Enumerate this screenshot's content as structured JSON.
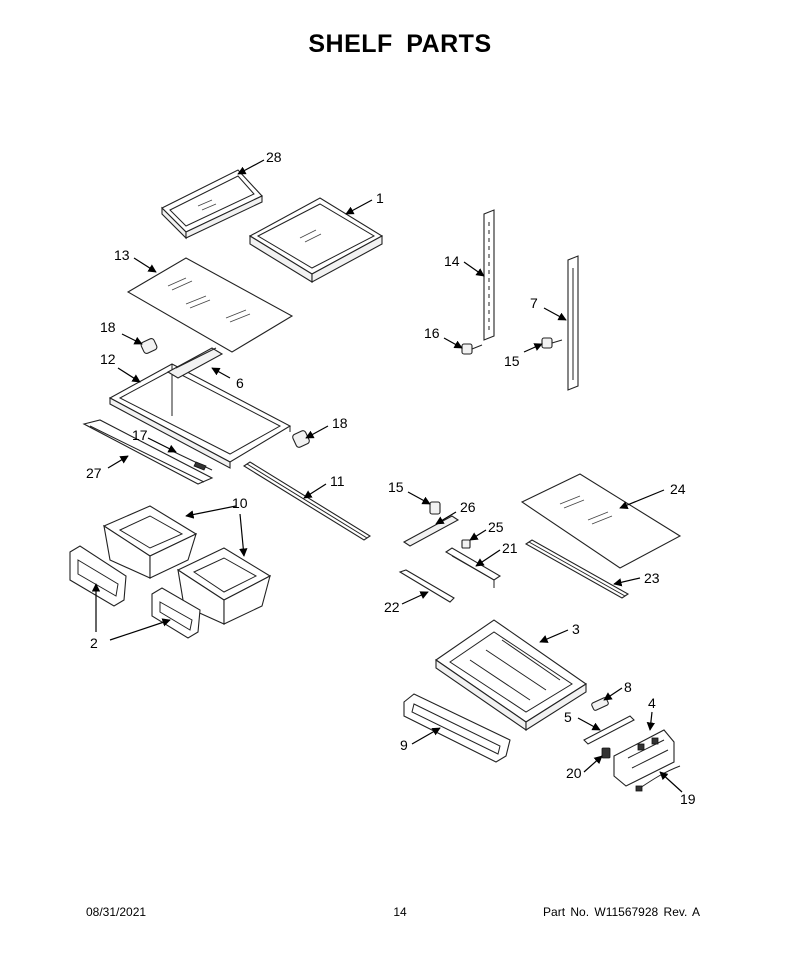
{
  "title": "SHELF PARTS",
  "footer": {
    "date": "08/31/2021",
    "page": "14",
    "part_no": "Part No.  W11567928  Rev.  A"
  },
  "callouts": [
    {
      "id": "c28",
      "label": "28"
    },
    {
      "id": "c1",
      "label": "1"
    },
    {
      "id": "c13",
      "label": "13"
    },
    {
      "id": "c14",
      "label": "14"
    },
    {
      "id": "c7",
      "label": "7"
    },
    {
      "id": "c16",
      "label": "16"
    },
    {
      "id": "c15a",
      "label": "15"
    },
    {
      "id": "c18a",
      "label": "18"
    },
    {
      "id": "c12",
      "label": "12"
    },
    {
      "id": "c6",
      "label": "6"
    },
    {
      "id": "c18b",
      "label": "18"
    },
    {
      "id": "c17",
      "label": "17"
    },
    {
      "id": "c27",
      "label": "27"
    },
    {
      "id": "c11",
      "label": "11"
    },
    {
      "id": "c15b",
      "label": "15"
    },
    {
      "id": "c26",
      "label": "26"
    },
    {
      "id": "c24",
      "label": "24"
    },
    {
      "id": "c25",
      "label": "25"
    },
    {
      "id": "c21",
      "label": "21"
    },
    {
      "id": "c10",
      "label": "10"
    },
    {
      "id": "c23",
      "label": "23"
    },
    {
      "id": "c22",
      "label": "22"
    },
    {
      "id": "c2",
      "label": "2"
    },
    {
      "id": "c3",
      "label": "3"
    },
    {
      "id": "c8",
      "label": "8"
    },
    {
      "id": "c4",
      "label": "4"
    },
    {
      "id": "c5",
      "label": "5"
    },
    {
      "id": "c9",
      "label": "9"
    },
    {
      "id": "c20",
      "label": "20"
    },
    {
      "id": "c19",
      "label": "19"
    }
  ]
}
